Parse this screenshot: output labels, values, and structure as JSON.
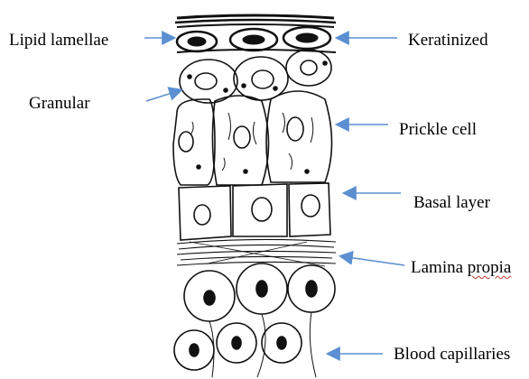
{
  "labels": {
    "lipid_lamellae": "Lipid lamellae",
    "granular": "Granular",
    "keratinized": "Keratinized",
    "prickle_cell": "Prickle cell",
    "basal_layer": "Basal layer",
    "lamina_propia": "Lamina propia",
    "blood_capillaries": "Blood capillaries"
  },
  "colors": {
    "arrow": "#5b8fd1",
    "ink": "#111111",
    "spellcheck": "#c0392b"
  }
}
